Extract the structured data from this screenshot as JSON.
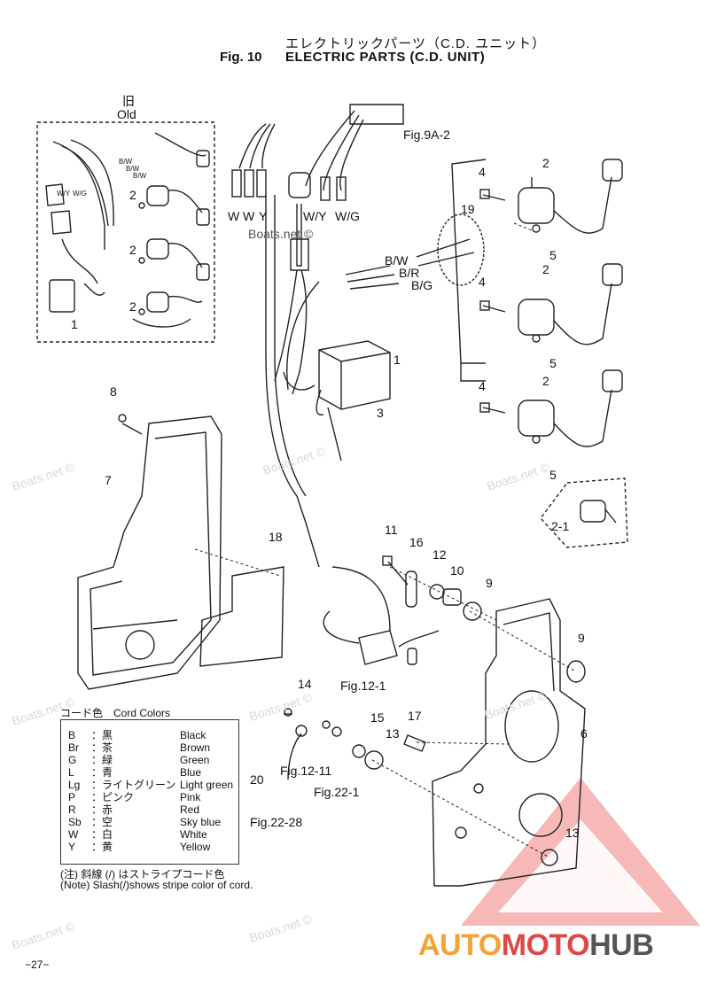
{
  "header": {
    "title_jp": "エレクトリックパーツ（C.D. ユニット）",
    "fig_label": "Fig. 10",
    "title_en": "ELECTRIC PARTS (C.D. UNIT)"
  },
  "old_box": {
    "label_jp": "旧",
    "label_en": "Old"
  },
  "callouts": {
    "c1": "1",
    "c1b": "1",
    "c2a": "2",
    "c2b": "2",
    "c2c": "2",
    "c2d": "2",
    "c2e": "2",
    "c2f": "2",
    "c3": "3",
    "c4a": "4",
    "c4b": "4",
    "c4c": "4",
    "c5a": "5",
    "c5b": "5",
    "c5c": "5",
    "c6": "6",
    "c7": "7",
    "c8": "8",
    "c9a": "9",
    "c9b": "9",
    "c10": "10",
    "c11": "11",
    "c12": "12",
    "c13a": "13",
    "c13b": "13",
    "c14": "14",
    "c15": "15",
    "c16": "16",
    "c17": "17",
    "c18": "18",
    "c19": "19",
    "c20": "20",
    "c21": "2-1"
  },
  "refs": {
    "fig9a2": "Fig.9A-2",
    "fig12_1": "Fig.12-1",
    "fig12_11": "Fig.12-11",
    "fig22_1": "Fig.22-1",
    "fig22_28": "Fig.22-28"
  },
  "wire_labels": {
    "w1": "W",
    "w2": "W",
    "y": "Y",
    "wy": "W/Y",
    "wg": "W/G",
    "bw": "B/W",
    "br": "B/R",
    "bg": "B/G",
    "old_bw": "B/W",
    "old_bw2": "B/W",
    "old_bw3": "B/W",
    "old_wy": "W/Y",
    "old_wg": "W/G"
  },
  "legend": {
    "title": "コード色　Cord Colors",
    "rows": [
      {
        "code": "B",
        "jp": "：黒",
        "en": "Black"
      },
      {
        "code": "Br",
        "jp": "：茶",
        "en": "Brown"
      },
      {
        "code": "G",
        "jp": "：緑",
        "en": "Green"
      },
      {
        "code": "L",
        "jp": "：青",
        "en": "Blue"
      },
      {
        "code": "Lg",
        "jp": "：ライトグリーン",
        "en": "Light green"
      },
      {
        "code": "P",
        "jp": "：ピンク",
        "en": "Pink"
      },
      {
        "code": "R",
        "jp": "：赤",
        "en": "Red"
      },
      {
        "code": "Sb",
        "jp": "：空",
        "en": "Sky blue"
      },
      {
        "code": "W",
        "jp": "：白",
        "en": "White"
      },
      {
        "code": "Y",
        "jp": "：黄",
        "en": "Yellow"
      }
    ],
    "note_jp": "(注) 斜線 (/) はストライプコード色",
    "note_en": "(Note) Slash(/)shows stripe color of cord."
  },
  "page_number": "−27−",
  "watermark": {
    "text": "Boats.net ©"
  },
  "brand": {
    "part1": "AUTO",
    "part2": "MOTO",
    "part3": "HUB"
  },
  "colors": {
    "line": "#222222",
    "brand_orange": "#f2a33a",
    "brand_red": "#e04848",
    "brand_gray": "#555555",
    "triangle": "#f4a0a0"
  }
}
